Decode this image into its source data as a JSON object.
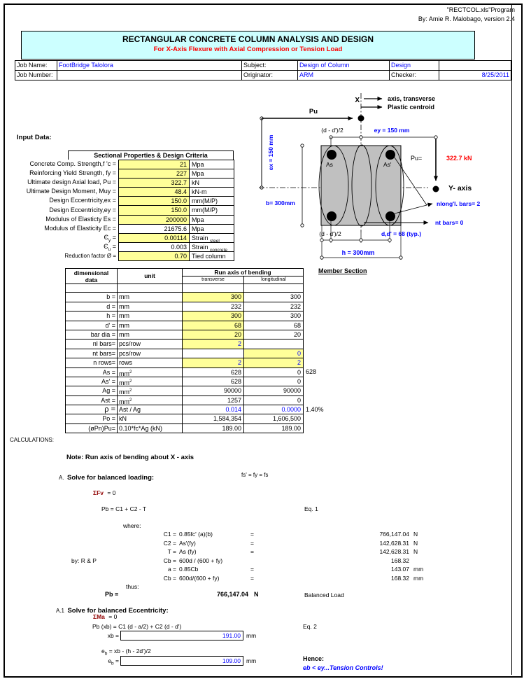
{
  "page": {
    "program_line1": "\"RECTCOL.xls\"Program",
    "program_line2": "By: Amie R. Malobago, version 2.4",
    "title": "RECTANGULAR CONCRETE COLUMN ANALYSIS AND DESIGN",
    "subtitle": "For X-Axis Flexure with Axial Compression or Tension Load"
  },
  "colors": {
    "band_fill": "#CCFFFF",
    "input_cell_fill": "#FFFF99",
    "entry_text": "#0000FF",
    "alert_red": "#FF0000",
    "equation_maroon": "#900000",
    "section_gray": "#C0C0C0"
  },
  "job": {
    "job_name_label": "Job Name:",
    "job_name": "FootBridge Talolora",
    "subject_label": "Subject:",
    "subject": "Design of Column",
    "design": "Design",
    "job_number_label": "Job Number:",
    "job_number": "",
    "originator_label": "Originator:",
    "originator": "ARM",
    "checker_label": "Checker:",
    "checker_date": "8/25/2011"
  },
  "input": {
    "section_label": "Input Data:",
    "table_title": "Sectional Properties & Design Criteria",
    "rows": [
      {
        "label": "Concrete Comp. Strength,f 'c =",
        "value": "21",
        "unit": "Mpa"
      },
      {
        "label": "Reinforcing Yield Strength, fy =",
        "value": "227",
        "unit": "Mpa"
      },
      {
        "label": "Ultimate design Axial load, Pu =",
        "value": "322.7",
        "unit": "kN"
      },
      {
        "label": "Ultimate Design Moment, Muy =",
        "value": "48.4",
        "unit": "kN-m"
      },
      {
        "label": "Design Eccentricity,ex =",
        "value": "150.0",
        "unit": "mm(M/P)"
      },
      {
        "label": "Design Eccentricity,ey =",
        "value": "150.0",
        "unit": "mm(M/P)"
      },
      {
        "label": "Modulus of Elasticty Es =",
        "value": "200000",
        "unit": "Mpa"
      },
      {
        "label": "Modulus of Elasticity Ec =",
        "value": "21675.6",
        "unit": "Mpa"
      },
      {
        "label_base": "Є",
        "label_sub": "y",
        "label_eq": " =",
        "value": "0.00114",
        "unit_base": "Strain",
        "unit_sub": "steel"
      },
      {
        "label_base": "Є",
        "label_sub": "u",
        "label_eq": " =",
        "value": "0.003",
        "unit_base": "Strain",
        "unit_sub": "concrete"
      },
      {
        "label": "Reduction factor Ø =",
        "value": "0.70",
        "unit": "Tied column"
      }
    ]
  },
  "diagram": {
    "x_label": "X",
    "axis_transverse": "axis,  transverse",
    "plastic_centroid": "Plastic centroid",
    "pu": "Pu",
    "d_dp_half_top": "(d - d')/2",
    "ey": "ey = 150 mm",
    "ex": "ex = 150 mm",
    "as_label": "As",
    "as_prime_label": "As'",
    "pu_eq": "Pu=",
    "pu_val": "322.7 kN",
    "y_axis": "Y- axis",
    "b_dim": "b= 300mm",
    "nlong": "nlong'l. bars= 2",
    "nt": "nt bars= 0",
    "d_dp_half_bottom": "(d - d')/2",
    "ddp": "d,d' = 68 (typ.)",
    "h_dim": "h = 300mm"
  },
  "dim_table": {
    "header": {
      "col1a": "dimensional",
      "col1b": "data",
      "col2": "unit",
      "span": "Run axis of bending",
      "sub1": "transverse",
      "sub2": "longitudinal"
    },
    "member_section": "Member Section",
    "rows": [
      {
        "label": "",
        "unit": "",
        "t": "",
        "l": ""
      },
      {
        "label": "b =",
        "unit": "mm",
        "t": "300",
        "t_cls": "y",
        "l": "300"
      },
      {
        "label": "d =",
        "unit": "mm",
        "t": "232",
        "l": "232"
      },
      {
        "label": "h =",
        "unit": "mm",
        "t": "300",
        "t_cls": "y",
        "l": "300"
      },
      {
        "label": "d' =",
        "unit": "mm",
        "t": "68",
        "t_cls": "y",
        "l": "68"
      },
      {
        "label": "bar dia =",
        "unit": "mm",
        "t": "20",
        "t_cls": "y",
        "l": "20"
      },
      {
        "label": "nl bars=",
        "unit": "pcs/row",
        "t": "2",
        "t_cls": "yb",
        "l": ""
      },
      {
        "label": "nt bars=",
        "unit": "pcs/row",
        "t": "",
        "l": "0",
        "l_cls": "yb"
      },
      {
        "label": "n rows=",
        "unit": "rows",
        "t": "2",
        "t_cls": "yb",
        "l": "2",
        "l_cls": "yb"
      },
      {
        "label": "As =",
        "unit": "mm",
        "unit_sup": "2",
        "t": "628",
        "l": "0",
        "side": "628"
      },
      {
        "label": "As' =",
        "unit": "mm",
        "unit_sup": "2",
        "t": "628",
        "l": "0"
      },
      {
        "label": "Ag =",
        "unit": "mm",
        "unit_sup": "2",
        "t": "90000",
        "l": "90000"
      },
      {
        "label": "Ast =",
        "unit": "mm",
        "unit_sup": "2",
        "t": "1257",
        "l": "0"
      },
      {
        "label": "ρ =",
        "label_cls": "rho",
        "unit": "Ast / Ag",
        "t": "0.014",
        "t_cls": "b",
        "l": "0.0000",
        "l_cls": "b",
        "side": "1.40%"
      },
      {
        "label": "Po =",
        "unit": "kN",
        "t": "1,584,354",
        "l": "1,606,500"
      },
      {
        "label": "(øPn)Pu=",
        "unit": "0.10*fc*Ag (kN)",
        "t": "189.00",
        "l": "189.00"
      }
    ]
  },
  "calc": {
    "heading": "CALCULATIONS:",
    "note": "Note: Run axis of bending about  X - axis",
    "a_prefix": "A.",
    "a_title": "Solve for balanced loading:",
    "a_note": "fs'  = fy = fs",
    "sum_fv": "ΣFv",
    "sum_fv_rhs": "= 0",
    "eq1_lhs": "Pb = C1 + C2 - T",
    "eq1_tag": "Eq. 1",
    "where_label": "where:",
    "where_rows": [
      {
        "name": "C1 =",
        "expr": "0.85fc' (a)(b)",
        "eq": "=",
        "val": "766,147.04",
        "unit": "N"
      },
      {
        "name": "C2 =",
        "expr": "As'(fy)",
        "eq": "=",
        "val": "142,628.31",
        "unit": "N"
      },
      {
        "name": "T =",
        "expr": "As (fy)",
        "eq": "=",
        "val": "142,628.31",
        "unit": "N"
      },
      {
        "pre": "by: R & P",
        "name": "Cb =",
        "expr": "600d / (600 + fy)",
        "eq": "",
        "val": "168.32",
        "unit": ""
      },
      {
        "name": "a =",
        "expr": "0.85Cb",
        "eq": "=",
        "val": "143.07",
        "unit": "mm"
      },
      {
        "name": "Cb =",
        "expr": "600d/(600 + fy)",
        "eq": "=",
        "val": "168.32",
        "unit": "mm"
      }
    ],
    "thus_label": "thus:",
    "pb_name": "Pb =",
    "pb_val": "766,147.04",
    "pb_unit": "N",
    "pb_note": "Balanced Load",
    "a1_prefix": "A.1",
    "a1_title": "Solve for balanced Eccentricity:",
    "sum_ma": "ΣMa",
    "sum_ma_rhs": "= 0",
    "eq2_lhs": "Pb (xb) = C1 (d - a/2) + C2 (d - d')",
    "eq2_tag": "Eq. 2",
    "xb_label": "xb =",
    "xb_val": "191.00",
    "xb_unit": "mm",
    "eb_formula_base": "e",
    "eb_formula_sub": "b",
    "eb_formula_rest": " = xb - (h - 2d')/2",
    "eb_label_base": "e",
    "eb_label_sub": "b",
    "eb_label_rest": " =",
    "eb_val": "109.00",
    "eb_unit": "mm",
    "hence": "Hence:",
    "conclusion": "eb < ey...Tension Controls!"
  }
}
